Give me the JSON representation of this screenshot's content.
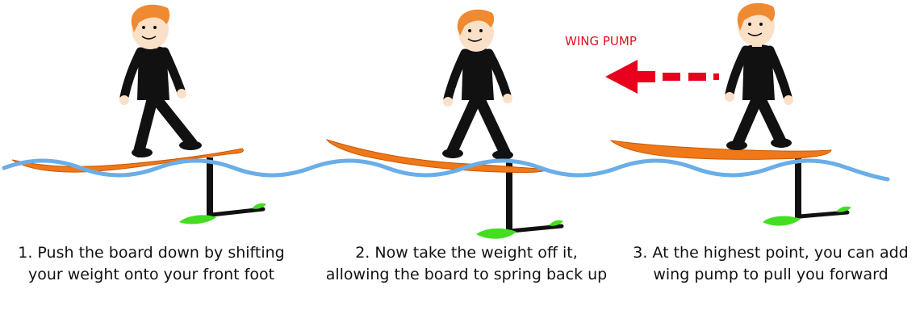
{
  "wing_pump_label": "WING PUMP",
  "steps": [
    {
      "line1": "1. Push the board down by shifting",
      "line2": "your weight onto your front foot"
    },
    {
      "line1": "2. Now take the weight off it,",
      "line2": "allowing the board to spring back up"
    },
    {
      "line1": "3. At the highest point, you can add",
      "line2": "wing pump to pull you forward"
    }
  ],
  "colors": {
    "board": "#f07818",
    "water": "#6aaee8",
    "foil_wing": "#44dd22",
    "arrow": "#e8001c",
    "rider_clothes": "#111111",
    "rider_hair": "#f08a30",
    "rider_skin": "#fbe0c8"
  }
}
